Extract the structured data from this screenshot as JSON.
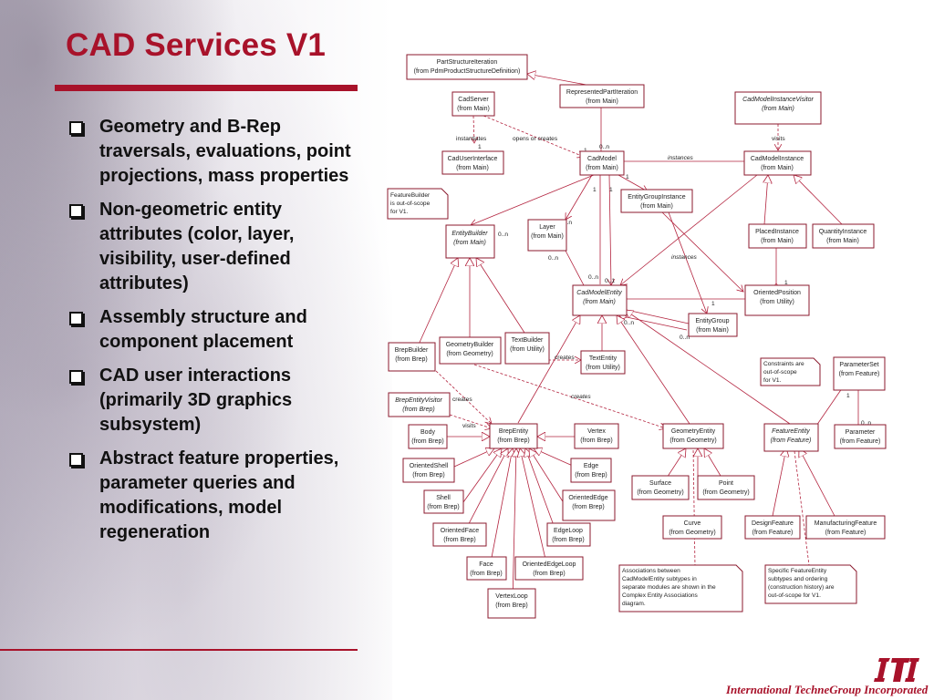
{
  "slide": {
    "title": "CAD Services V1",
    "bullets": [
      "Geometry and B-Rep traversals, evaluations, point projections, mass properties",
      "Non-geometric entity attributes (color, layer, visibility, user-defined attributes)",
      "Assembly structure and component placement",
      "CAD user interactions (primarily 3D graphics subsystem)",
      "Abstract feature properties, parameter queries and modifications, model regeneration"
    ],
    "company": "International TechneGroup Incorporated",
    "logo_text": "ITI"
  },
  "diagram": {
    "classes": {
      "part_structure_iteration": {
        "name": "PartStructureIteration",
        "from": "(from PdmProductStructureDefinition)"
      },
      "cad_server": {
        "name": "CadServer",
        "from": "(from Main)"
      },
      "represented_part_iteration": {
        "name": "RepresentedPartIteration",
        "from": "(from Main)"
      },
      "cad_model_instance_visitor": {
        "name": "CadModelInstanceVisitor",
        "from": "(from Main)"
      },
      "cad_user_interface": {
        "name": "CadUserInterface",
        "from": "(from Main)"
      },
      "cad_model": {
        "name": "CadModel",
        "from": "(from Main)"
      },
      "cad_model_instance": {
        "name": "CadModelInstance",
        "from": "(from Main)"
      },
      "entity_group_instance": {
        "name": "EntityGroupInstance",
        "from": "(from Main)"
      },
      "entity_builder": {
        "name": "EntityBuilder",
        "from": "(from Main)"
      },
      "layer": {
        "name": "Layer",
        "from": "(from Main)"
      },
      "placed_instance": {
        "name": "PlacedInstance",
        "from": "(from Main)"
      },
      "quantity_instance": {
        "name": "QuantityInstance",
        "from": "(from Main)"
      },
      "cad_model_entity": {
        "name": "CadModelEntity",
        "from": "(from Main)"
      },
      "oriented_position": {
        "name": "OrientedPosition",
        "from": "(from Utility)"
      },
      "entity_group": {
        "name": "EntityGroup",
        "from": "(from Main)"
      },
      "brep_builder": {
        "name": "BrepBuilder",
        "from": "(from Brep)"
      },
      "geometry_builder": {
        "name": "GeometryBuilder",
        "from": "(from Geometry)"
      },
      "text_builder": {
        "name": "TextBuilder",
        "from": "(from Utility)"
      },
      "text_entity": {
        "name": "TextEntity",
        "from": "(from Utility)"
      },
      "parameter_set": {
        "name": "ParameterSet",
        "from": "(from Feature)"
      },
      "brep_entity_visitor": {
        "name": "BrepEntityVisitor",
        "from": "(from Brep)"
      },
      "body": {
        "name": "Body",
        "from": "(from Brep)"
      },
      "brep_entity": {
        "name": "BrepEntity",
        "from": "(from Brep)"
      },
      "vertex": {
        "name": "Vertex",
        "from": "(from Brep)"
      },
      "geometry_entity": {
        "name": "GeometryEntity",
        "from": "(from Geometry)"
      },
      "feature_entity": {
        "name": "FeatureEntity",
        "from": "(from Feature)"
      },
      "parameter": {
        "name": "Parameter",
        "from": "(from Feature)"
      },
      "oriented_shell": {
        "name": "OrientedShell",
        "from": "(from Brep)"
      },
      "edge": {
        "name": "Edge",
        "from": "(from Brep)"
      },
      "shell": {
        "name": "Shell",
        "from": "(from Brep)"
      },
      "oriented_edge": {
        "name": "OrientedEdge",
        "from": "(from Brep)"
      },
      "surface": {
        "name": "Surface",
        "from": "(from Geometry)"
      },
      "point": {
        "name": "Point",
        "from": "(from Geometry)"
      },
      "oriented_face": {
        "name": "OrientedFace",
        "from": "(from Brep)"
      },
      "edge_loop": {
        "name": "EdgeLoop",
        "from": "(from Brep)"
      },
      "curve": {
        "name": "Curve",
        "from": "(from Geometry)"
      },
      "design_feature": {
        "name": "DesignFeature",
        "from": "(from Feature)"
      },
      "manufacturing_feature": {
        "name": "ManufacturingFeature",
        "from": "(from Feature)"
      },
      "face": {
        "name": "Face",
        "from": "(from Brep)"
      },
      "oriented_edge_loop": {
        "name": "OrientedEdgeLoop",
        "from": "(from Brep)"
      },
      "vertex_loop": {
        "name": "VertexLoop",
        "from": "(from Brep)"
      }
    },
    "notes": {
      "feature_builder": [
        "FeatureBuilder",
        "is out-of-scope",
        "for V1."
      ],
      "constraints": [
        "Constraints are",
        "out-of-scope",
        "for V1."
      ],
      "associations": [
        "Associations between",
        "CadModelEntity subtypes in",
        "separate modules are shown in the",
        "Complex Entity Associations",
        "diagram."
      ],
      "specific_feature": [
        "Specific FeatureEntity",
        "subtypes and ordering",
        "(construction history) are",
        "out-of-scope for V1."
      ]
    },
    "labels": {
      "instantiates": "instantiates",
      "opens_or_creates": "opens or creates",
      "visits": "visits",
      "instances": "instances",
      "creates": "creates",
      "one": "1",
      "zero_to_n": "0..n",
      "zero_to_1": "0..1"
    }
  }
}
